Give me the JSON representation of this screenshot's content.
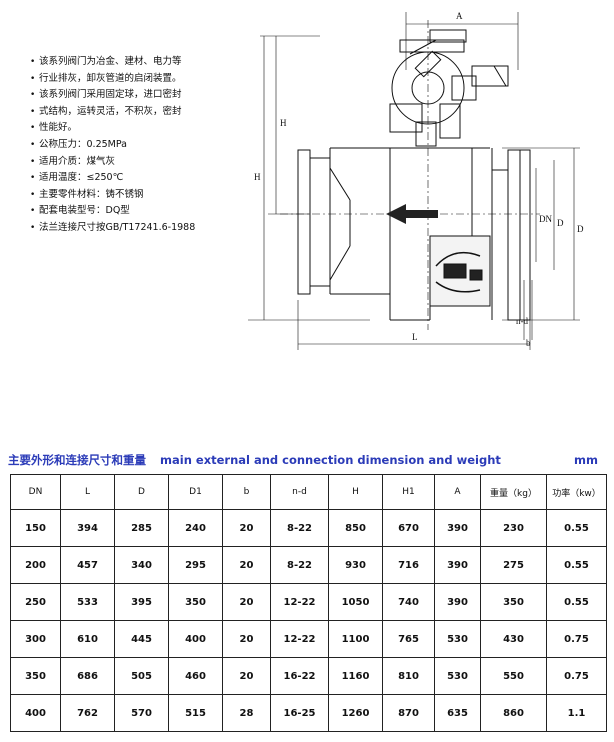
{
  "features": [
    "该系列阀门为冶金、建材、电力等",
    "行业排灰，卸灰管道的启闭装置。",
    "该系列阀门采用固定球，进口密封",
    "式结构，运转灵活，不积灰，密封",
    "性能好。",
    "公称压力：0.25MPa",
    "适用介质：煤气灰",
    "适用温度：≤250℃",
    "主要零件材料：铸不锈钢",
    "配套电装型号：DQ型",
    "法兰连接尺寸按GB/T17241.6-1988"
  ],
  "drawing": {
    "labels": {
      "A": "A",
      "H": "H",
      "H1": "H",
      "DN": "DN",
      "D1": "D",
      "D": "D",
      "nd": "n-d",
      "b": "b",
      "L": "L"
    }
  },
  "heading": {
    "zh": "主要外形和连接尺寸和重量",
    "en": "main external and connection dimension and weight",
    "unit": "mm"
  },
  "table": {
    "headers": [
      "DN",
      "L",
      "D",
      "D1",
      "b",
      "n-d",
      "H",
      "H1",
      "A",
      "重量（kg）",
      "功率（kw）"
    ],
    "rows": [
      [
        "150",
        "394",
        "285",
        "240",
        "20",
        "8-22",
        "850",
        "670",
        "390",
        "230",
        "0.55"
      ],
      [
        "200",
        "457",
        "340",
        "295",
        "20",
        "8-22",
        "930",
        "716",
        "390",
        "275",
        "0.55"
      ],
      [
        "250",
        "533",
        "395",
        "350",
        "20",
        "12-22",
        "1050",
        "740",
        "390",
        "350",
        "0.55"
      ],
      [
        "300",
        "610",
        "445",
        "400",
        "20",
        "12-22",
        "1100",
        "765",
        "530",
        "430",
        "0.75"
      ],
      [
        "350",
        "686",
        "505",
        "460",
        "20",
        "16-22",
        "1160",
        "810",
        "530",
        "550",
        "0.75"
      ],
      [
        "400",
        "762",
        "570",
        "515",
        "28",
        "16-25",
        "1260",
        "870",
        "635",
        "860",
        "1.1"
      ]
    ]
  }
}
